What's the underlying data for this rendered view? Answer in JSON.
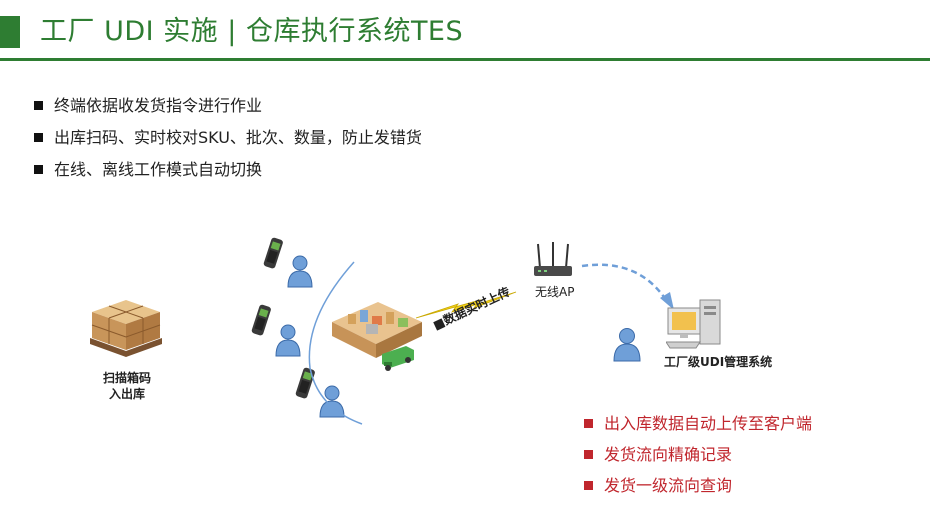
{
  "header": {
    "title": "工厂 UDI 实施 | 仓库执行系统TES"
  },
  "features": [
    "终端依据收发货指令进行作业",
    "出库扫码、实时校对SKU、批次、数量，防止发错货",
    "在线、离线工作模式自动切换"
  ],
  "diagram": {
    "scan_label_line1": "扫描箱码",
    "scan_label_line2": "入出库",
    "upload_label": "数据实时上传",
    "ap_label": "无线AP",
    "system_label": "工厂级UDI管理系统"
  },
  "benefits": [
    "出入库数据自动上传至客户端",
    "发货流向精确记录",
    "发货一级流向查询"
  ],
  "colors": {
    "accent": "#2e7d32",
    "benefit": "#c0262d",
    "person": "#6f9fd8",
    "arrow": "#6f9fd8"
  }
}
